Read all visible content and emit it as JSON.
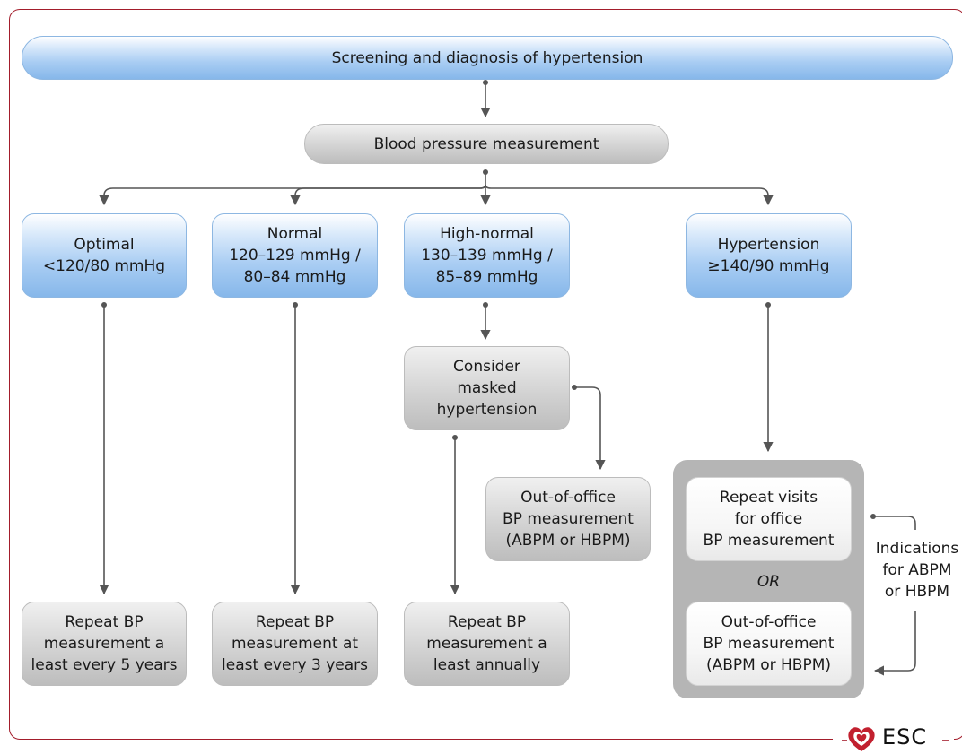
{
  "title": "Screening and diagnosis of hypertension",
  "measurement": "Blood pressure measurement",
  "categories": {
    "optimal": [
      "Optimal",
      "<120/80 mmHg"
    ],
    "normal": [
      "Normal",
      "120–129 mmHg /",
      "80–84 mmHg"
    ],
    "high_normal": [
      "High-normal",
      "130–139 mmHg /",
      "85–89 mmHg"
    ],
    "hypertension": [
      "Hypertension",
      "≥140/90 mmHg"
    ]
  },
  "consider_masked": [
    "Consider",
    "masked",
    "hypertension"
  ],
  "out_of_office_left": [
    "Out-of-office",
    "BP measurement",
    "(ABPM or HBPM)"
  ],
  "repeat": {
    "optimal": [
      "Repeat BP",
      "measurement a",
      "least every 5 years"
    ],
    "normal": [
      "Repeat BP",
      "measurement at",
      "least every 3 years"
    ],
    "high_normal": [
      "Repeat BP",
      "measurement a",
      "least annually"
    ]
  },
  "hypertension_panel": {
    "repeat_visits": [
      "Repeat visits",
      "for office",
      "BP measurement"
    ],
    "or_label": "OR",
    "out_of_office": [
      "Out-of-office",
      "BP measurement",
      "(ABPM or HBPM)"
    ]
  },
  "indications": [
    "Indications",
    "for ABPM",
    "or HBPM"
  ],
  "logo": "ESC",
  "colors": {
    "frame": "#a31d2b",
    "blue_box": "#a9cdf3",
    "grey_box": "#c9c9c9",
    "arrow": "#555555"
  }
}
